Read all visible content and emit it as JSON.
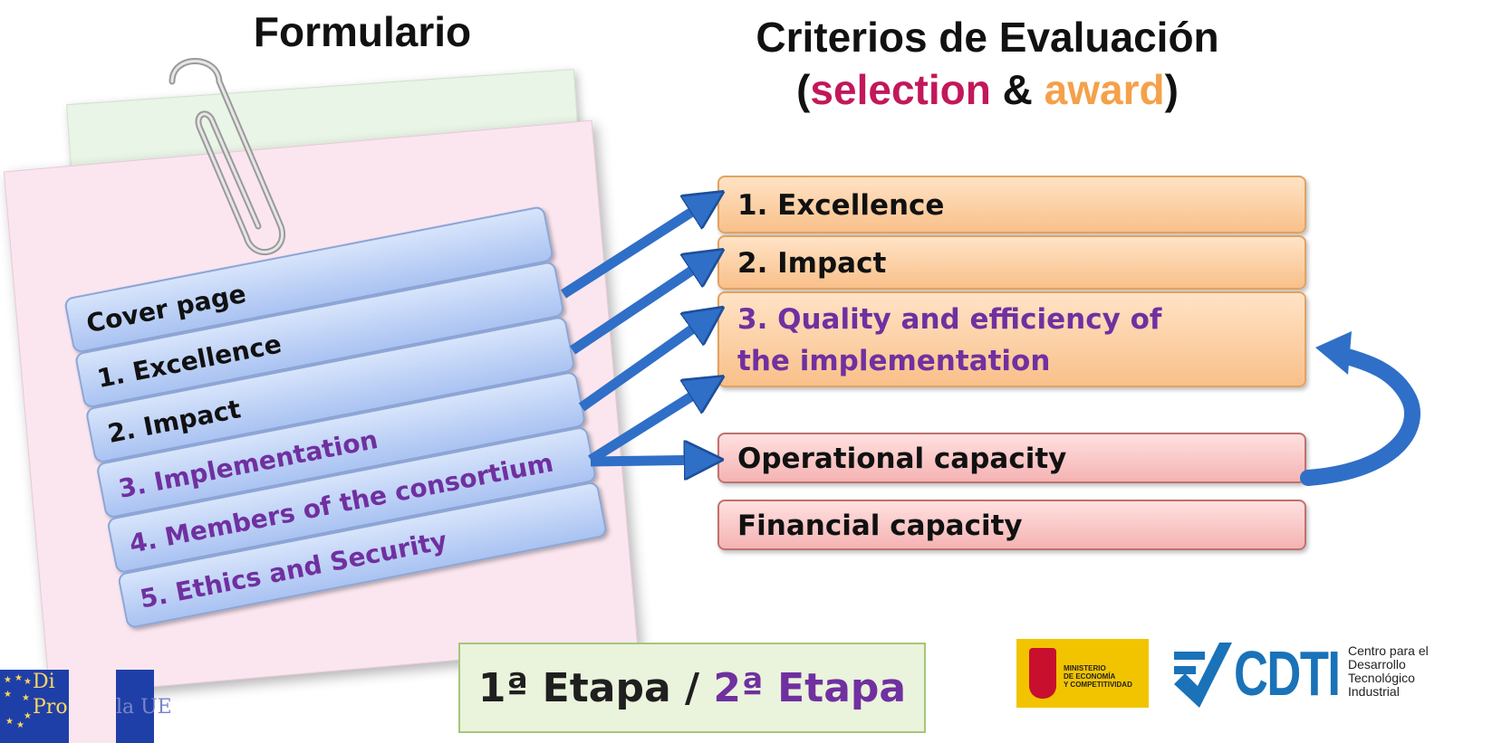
{
  "headers": {
    "left_title": "Formulario",
    "right_title_line1": "Criterios de Evaluación",
    "right_title_open": "(",
    "right_title_selection": "selection",
    "right_title_amp": " & ",
    "right_title_award": "award",
    "right_title_close": ")"
  },
  "form_sections": [
    {
      "label": "Cover page"
    },
    {
      "label": "1. Excellence"
    },
    {
      "label": "2. Impact"
    },
    {
      "label": "3. Implementation"
    },
    {
      "label": "4. Members of the consortium"
    },
    {
      "label": "5. Ethics and Security"
    }
  ],
  "criteria": {
    "award": [
      {
        "label": "1. Excellence"
      },
      {
        "label": "2. Impact"
      },
      {
        "label": "3. Quality and efficiency of the implementation"
      }
    ],
    "selection": [
      {
        "label": "Operational capacity"
      },
      {
        "label": "Financial capacity"
      }
    ]
  },
  "stage": {
    "part1": "1ª Etapa / ",
    "part2": "2ª Etapa"
  },
  "logos": {
    "eu_line1": "Di",
    "eu_line2": "Pro",
    "eu_line2_tail": "la UE",
    "mineco_line1": "MINISTERIO",
    "mineco_line2": "DE ECONOMÍA",
    "mineco_line3": "Y COMPETITIVIDAD",
    "cdti_word": "CDTI",
    "cdti_line1": "Centro para el",
    "cdti_line2": "Desarrollo",
    "cdti_line3": "Tecnológico",
    "cdti_line4": "Industrial"
  },
  "colors": {
    "selection": "#c2185b",
    "award": "#f4a14a",
    "purple_text": "#7030a0",
    "arrow_blue": "#2f6fc7"
  }
}
